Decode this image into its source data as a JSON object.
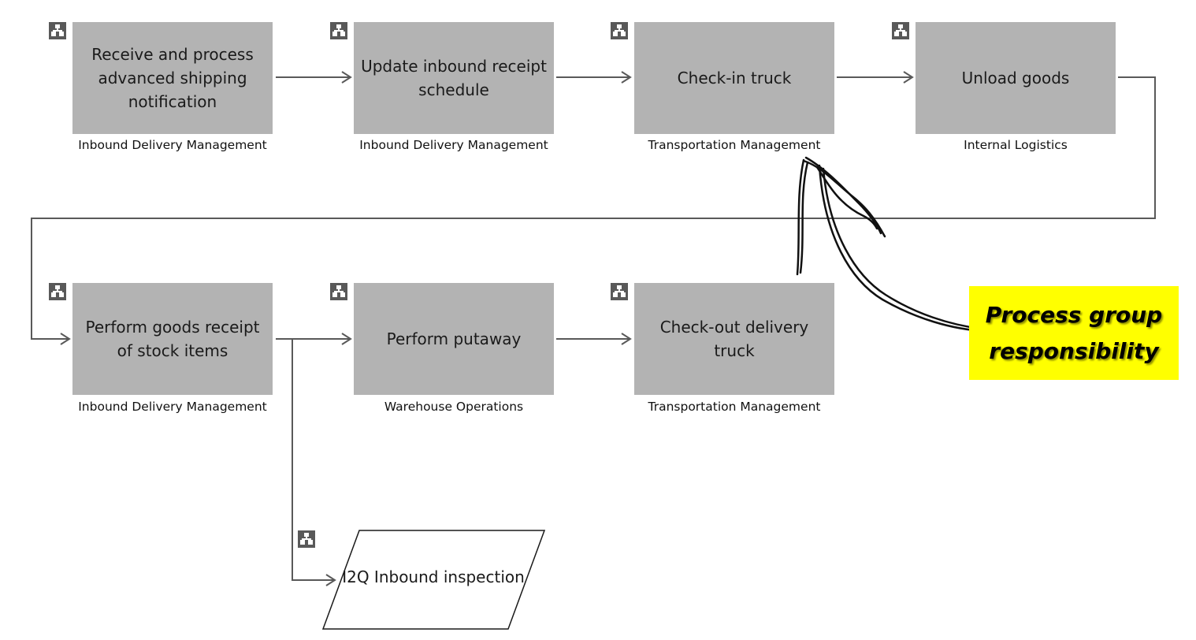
{
  "diagram": {
    "colors": {
      "box_fill": "#b3b3b3",
      "connector": "#595959",
      "callout_fill": "#ffff00",
      "icon": "#595959"
    },
    "icon": "hierarchy-icon",
    "steps": [
      {
        "label": "Receive and process\nadvanced shipping\nnotification",
        "group": "Inbound Delivery Management"
      },
      {
        "label": "Update inbound receipt\nschedule",
        "group": "Inbound Delivery Management"
      },
      {
        "label": "Check-in truck",
        "group": "Transportation Management"
      },
      {
        "label": "Unload goods",
        "group": "Internal Logistics"
      },
      {
        "label": "Perform goods receipt\nof stock items",
        "group": "Inbound Delivery Management"
      },
      {
        "label": "Perform putaway",
        "group": "Warehouse Operations"
      },
      {
        "label": "Check-out delivery truck",
        "group": "Transportation Management"
      }
    ],
    "interface_step": {
      "label": "I2Q Inbound inspection"
    },
    "callout": {
      "text": "Process group\nresponsibility"
    }
  }
}
